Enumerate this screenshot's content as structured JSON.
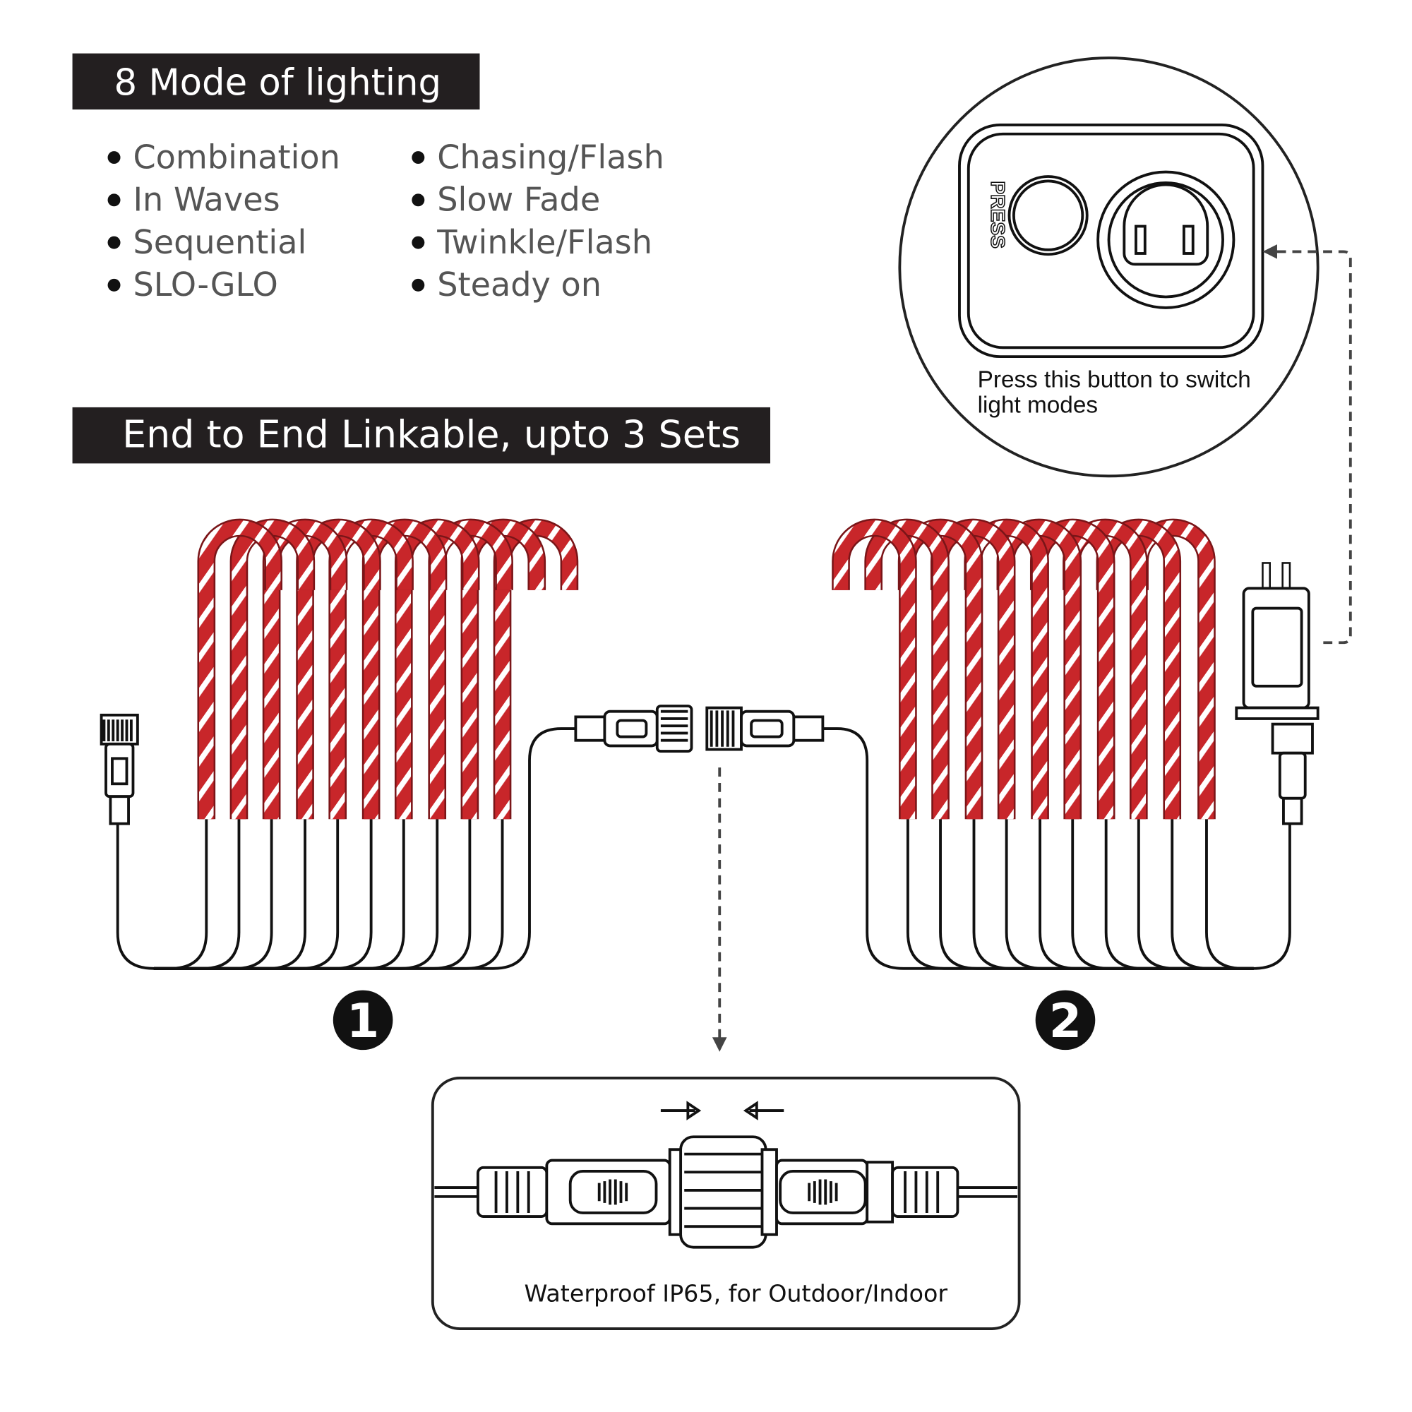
{
  "modes_title": "8 Mode of lighting",
  "modes": [
    {
      "label": "Combination"
    },
    {
      "label": "In Waves"
    },
    {
      "label": "Sequential"
    },
    {
      "label": "SLO-GLO"
    },
    {
      "label": "Chasing/Flash"
    },
    {
      "label": "Slow Fade"
    },
    {
      "label": "Twinkle/Flash"
    },
    {
      "label": "Steady on"
    }
  ],
  "linkable_title": "End to End Linkable, upto 3 Sets",
  "controller": {
    "press_label": "PRESS",
    "caption_line1": "Press this button to switch",
    "caption_line2": "light modes"
  },
  "sets": [
    {
      "number": "1"
    },
    {
      "number": "2"
    }
  ],
  "connector_caption": "Waterproof IP65, for Outdoor/Indoor",
  "colors": {
    "cane_red": "#c8262a",
    "banner": "#231f20"
  }
}
